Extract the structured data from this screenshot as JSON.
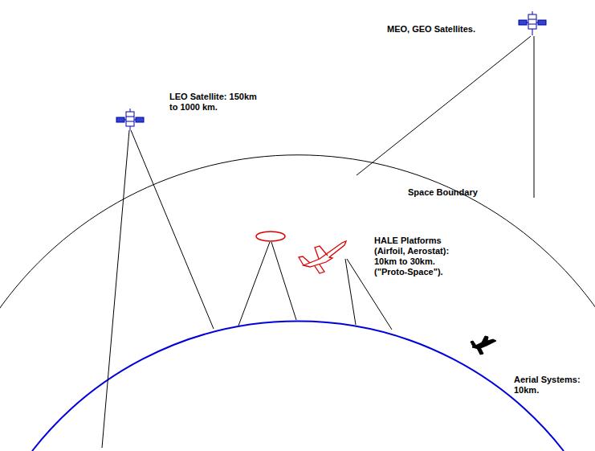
{
  "diagram": {
    "labels": [
      "MEO, GEO  Satellites.",
      "LEO Satellite: 150km to 1000 km.",
      "Space Boundary",
      "HALE Platforms (Airfoil, Aerostat): 10km to 30km. (\"Proto-Space\").",
      "Aerial Systems: 10km."
    ]
  }
}
